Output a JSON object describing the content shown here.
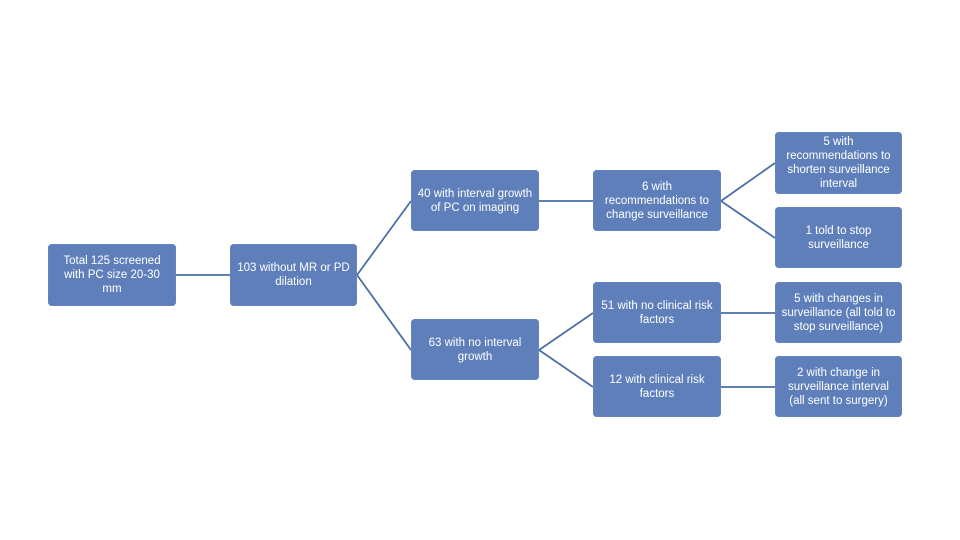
{
  "diagram": {
    "nodes": [
      {
        "id": "n1",
        "text": "Total 125 screened with PC size 20-30 mm"
      },
      {
        "id": "n2",
        "text": "103 without MR or PD dilation"
      },
      {
        "id": "n3",
        "text": "40 with interval growth of PC on imaging"
      },
      {
        "id": "n4",
        "text": "63 with no interval growth"
      },
      {
        "id": "n5",
        "text": "6 with recommendations to change surveillance"
      },
      {
        "id": "n6",
        "text": "51 with no clinical risk factors"
      },
      {
        "id": "n7",
        "text": "12 with clinical risk factors"
      },
      {
        "id": "n8",
        "text": "5 with recommendations to shorten surveillance interval"
      },
      {
        "id": "n9",
        "text": "1 told to stop surveillance"
      },
      {
        "id": "n10",
        "text": "5 with changes in surveillance (all told to stop surveillance)"
      },
      {
        "id": "n11",
        "text": "2 with change in surveillance interval (all sent to surgery)"
      }
    ],
    "edges": [
      [
        "n1",
        "n2"
      ],
      [
        "n2",
        "n3"
      ],
      [
        "n2",
        "n4"
      ],
      [
        "n3",
        "n5"
      ],
      [
        "n4",
        "n6"
      ],
      [
        "n4",
        "n7"
      ],
      [
        "n5",
        "n8"
      ],
      [
        "n5",
        "n9"
      ],
      [
        "n6",
        "n10"
      ],
      [
        "n7",
        "n11"
      ]
    ]
  },
  "colors": {
    "node_fill": "#5f7fbb",
    "connector": "#4a6fa5",
    "text": "#ffffff"
  }
}
